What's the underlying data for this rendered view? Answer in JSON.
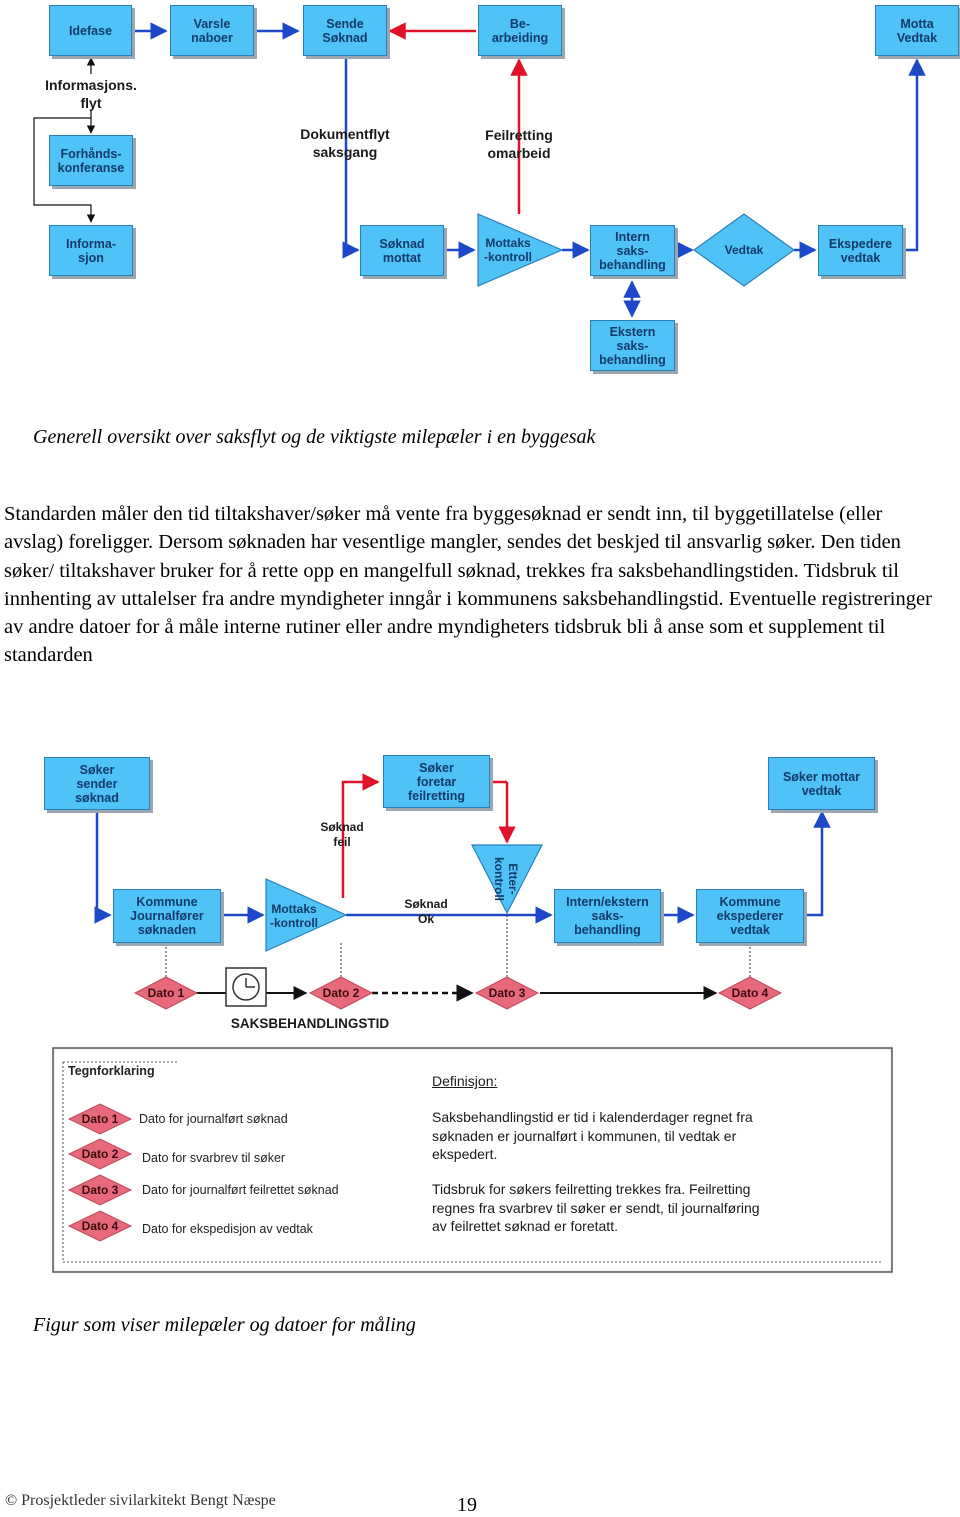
{
  "diagram1": {
    "boxes": {
      "idefase": "Idefase",
      "varsle_naboer": "Varsle\nnaboer",
      "sende_soknad": "Sende\nSøknad",
      "bearbeiding": "Be-\narbeiding",
      "motta_vedtak": "Motta\nVedtak",
      "forhandskonferanse": "Forhånds-\nkonferanse",
      "informasjon": "Informa-\nsjon",
      "soknad_mottat": "Søknad\nmottat",
      "intern_saksbehandling": "Intern\nsaks-\nbehandling",
      "ekspedere_vedtak": "Ekspedere\nvedtak",
      "ekstern_saksbehandling": "Ekstern\nsaks-\nbehandling"
    },
    "shapes": {
      "mottakskontroll": "Mottaks\n-kontroll",
      "vedtak": "Vedtak"
    },
    "labels": {
      "informasjonsflyt": "Informasjons.\nflyt",
      "dokumentflyt": "Dokumentflyt\nsaksgang",
      "feilretting": "Feilretting\nomarbeid"
    }
  },
  "caption1": "Generell oversikt over saksflyt og de viktigste milepæler i en byggesak",
  "paragraph": "Standarden måler den tid tiltakshaver/søker må vente fra byggesøknad er sendt inn, til byggetillatelse (eller avslag) foreligger. Dersom søknaden har vesentlige mangler, sendes det beskjed til ansvarlig søker. Den tiden søker/ tiltakshaver bruker for å rette opp en mangelfull søknad, trekkes fra saksbehandlingstiden. Tidsbruk til innhenting av uttalelser fra andre myndigheter inngår i kommunens saksbehandlingstid. Eventuelle registreringer av andre datoer for å måle interne rutiner eller andre myndigheters tidsbruk bli å anse som et supplement til standarden",
  "diagram2": {
    "boxes": {
      "soker_sender": "Søker\nsender\nsøknad",
      "soker_foretar": "Søker\nforetar\nfeilretting",
      "soker_mottar": "Søker mottar\nvedtak",
      "kommune_journalforer": "Kommune\nJournalfører\nsøknaden",
      "intern_ekstern": "Intern/ekstern\nsaks-\nbehandling",
      "kommune_ekspederer": "Kommune\nekspederer\nvedtak"
    },
    "shapes": {
      "mottakskontroll": "Mottaks\n-kontroll",
      "etterkontroll": "Etter-\nkontroll"
    },
    "labels": {
      "soknad_feil": "Søknad\nfeil",
      "soknad_ok": "Søknad\nOk",
      "saksbehandlingstid": "SAKSBEHANDLINGSTID"
    },
    "milestones": [
      "Dato 1",
      "Dato 2",
      "Dato 3",
      "Dato 4"
    ]
  },
  "legend": {
    "title": "Tegnforklaring",
    "items": [
      {
        "badge": "Dato 1",
        "text": "Dato for journalført søknad"
      },
      {
        "badge": "Dato 2",
        "text": "Dato for svarbrev til søker"
      },
      {
        "badge": "Dato 3",
        "text": "Dato for journalført feilrettet søknad"
      },
      {
        "badge": "Dato 4",
        "text": "Dato for ekspedisjon av vedtak"
      }
    ],
    "definition_title": "Definisjon:",
    "definition_1": "Saksbehandlingstid er tid i kalenderdager regnet fra\nsøknaden er journalført i kommunen, til vedtak er\nekspedert.",
    "definition_2": "Tidsbruk for søkers feilretting trekkes fra. Feilretting\nregnes fra svarbrev til søker er sendt, til journalføring\nav feilrettet søknad er foretatt."
  },
  "caption2": "Figur som viser milepæler og datoer for måling",
  "footer": {
    "copyright": "© Prosjektleder sivilarkitekt Bengt Næspe",
    "page_number": "19"
  },
  "colors": {
    "box_fill": "#4fc3f7",
    "box_border": "#2b7fb8",
    "arrow_blue": "#1d49c9",
    "arrow_red": "#e0122a",
    "milestone_fill": "#e8697b"
  }
}
